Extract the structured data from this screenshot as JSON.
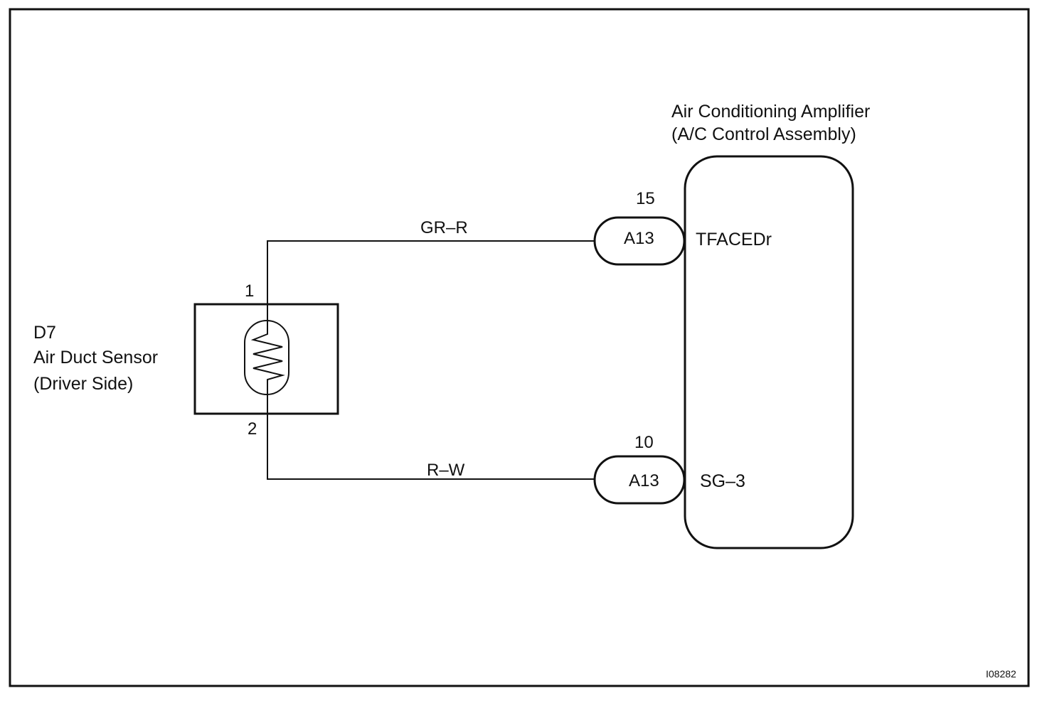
{
  "sensor": {
    "code": "D7",
    "name": "Air Duct Sensor",
    "side": "(Driver Side)",
    "pin_top": "1",
    "pin_bottom": "2"
  },
  "amplifier": {
    "title_line1": "Air Conditioning Amplifier",
    "title_line2": "(A/C Control Assembly)",
    "terminals": [
      {
        "pin": "15",
        "connector": "A13",
        "signal": "TFACEDr"
      },
      {
        "pin": "10",
        "connector": "A13",
        "signal": "SG–3"
      }
    ]
  },
  "wires": [
    {
      "color_code": "GR–R"
    },
    {
      "color_code": "R–W"
    }
  ],
  "figure_id": "I08282",
  "colors": {
    "line": "#111111",
    "background": "#ffffff"
  }
}
